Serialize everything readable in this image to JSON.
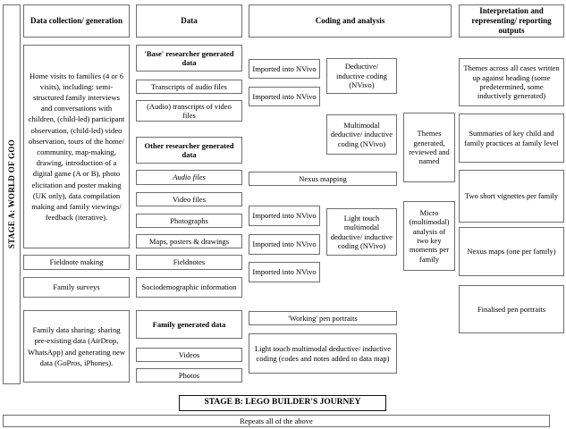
{
  "stage_a": {
    "label": "STAGE A: WORLD OF GOO"
  },
  "collection": {
    "header": "Data collection/ generation",
    "home_visits": "Home visits to families (4 or 6 visits), including: semi-structured family interviews and conversations with children, (child-led) participant observation, (child-led) video observation, tours of the home/ community, map-making, drawing, introduction of a digital game (A or B), photo elicitation and poster making (UK only), data compilation making and family viewings/ feedback (iterative).",
    "fieldnote_making": "Fieldnote making",
    "family_surveys": "Family surveys",
    "family_data_sharing": "Family data sharing: sharing pre-existing data (AirDrop, WhatsApp) and generating new data (GoPros, iPhones)."
  },
  "data_col": {
    "header": "Data",
    "base_header": "'Base' researcher generated data",
    "transcripts_audio": "Transcripts of audio files",
    "transcripts_video": "(Audio) transcripts of video files",
    "other_header": "Other researcher generated data",
    "audio_files": "Audio files",
    "video_files": "Video files",
    "photographs": "Photographs",
    "maps_posters": "Maps, posters & drawings",
    "fieldnotes": "Fieldnotes",
    "sociodemographic": "Sociodemographic information",
    "family_header": "Family generated data",
    "videos": "Videos",
    "photos": "Photos"
  },
  "coding": {
    "header": "Coding and analysis",
    "imported_nvivo": "Imported into NVivo",
    "deductive_inductive": "Deductive/ inductive coding (NVivo)",
    "multimodal": "Multimodal deductive/ inductive coding (NVivo)",
    "themes_generated": "Themes generated, reviewed and named",
    "nexus_mapping": "Nexus mapping",
    "light_touch": "Light touch multimodal deductive/ inductive coding (NVivo)",
    "micro_analysis": "Micro (multimodal) analysis of two key moments per family",
    "working_pen_portraits": "'Working' pen portraits",
    "light_touch_codes": "Light touch multimodal deductive/ inductive coding (codes and notes added to data map)"
  },
  "interpretation": {
    "header": "Interpretation and representing/ reporting outputs",
    "themes_across": "Themes across all cases written up against heading (some predetermined, some inductively generated)",
    "summaries": "Summaries of key child and family practices at family level",
    "vignettes": "Two short vignettes per family",
    "nexus_maps": "Nexus maps (one per family)",
    "finalised_pen_portraits": "Finalised pen portraits"
  },
  "stage_b": {
    "label": "STAGE B: LEGO BUILDER'S JOURNEY"
  },
  "footer": {
    "repeats": "Repeats all of the above"
  },
  "colors": {
    "border_gray": "#6e6e6e",
    "stage_b_border": "#111111",
    "text": "#000000",
    "background": "#ffffff"
  }
}
